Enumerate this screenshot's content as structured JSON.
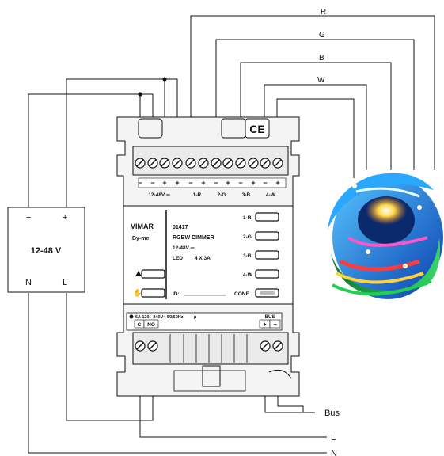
{
  "wire_labels": {
    "r": "R",
    "g": "G",
    "b": "B",
    "w": "W",
    "bus": "Bus",
    "l": "L",
    "n": "N"
  },
  "power_supply": {
    "minus": "−",
    "plus": "+",
    "voltage": "12-48 V",
    "n": "N",
    "l": "L"
  },
  "terminals_top": {
    "signs": [
      "−",
      "−",
      "+",
      "+",
      "−",
      "+",
      "−",
      "+",
      "−",
      "+",
      "−",
      "+"
    ],
    "groups": [
      "12-48V ═",
      "1-R",
      "2-G",
      "3-B",
      "4-W"
    ]
  },
  "ce_mark": "CE",
  "module": {
    "brand": "VIMAR",
    "sub_brand": "By-me",
    "code": "01417",
    "name": "RGBW DIMMER",
    "rating": "12-48V ═",
    "led": "LED",
    "led_spec": "4 X 3A",
    "id_label": "ID:",
    "channels": [
      "1-R",
      "2-G",
      "3-B",
      "4-W"
    ],
    "conf": "CONF."
  },
  "bottom_labels": {
    "relay": "6A 120 - 240V~ 50/60Hz",
    "micro": "μ",
    "c": "C",
    "no": "NO",
    "bus": "BUS",
    "bus_plus": "+",
    "bus_minus": "−"
  },
  "colors": {
    "line": "#111111",
    "housing": "#f4f4f4",
    "panel": "#ffffff",
    "led_strip": "#1e6fd6"
  }
}
